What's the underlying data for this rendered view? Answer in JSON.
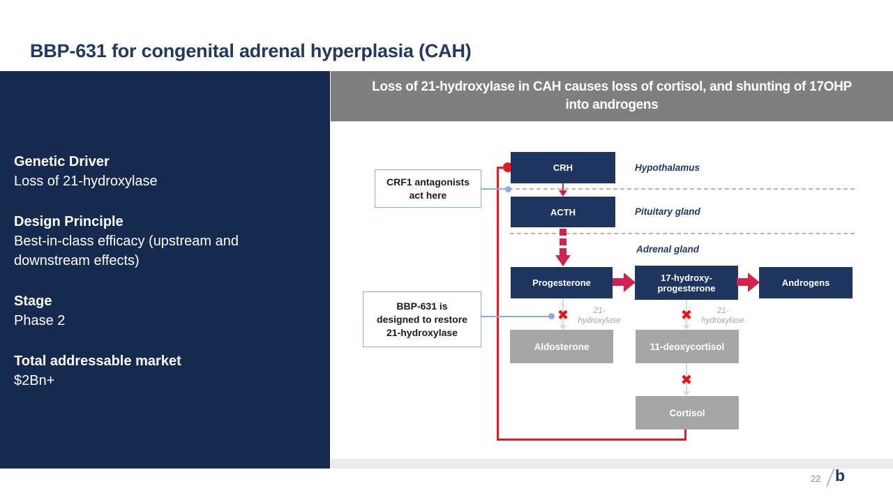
{
  "slide": {
    "title": "BBP-631 for congenital adrenal hyperplasia (CAH)",
    "page_number": "22"
  },
  "sidebar": {
    "items": [
      {
        "label": "Genetic Driver",
        "value": "Loss of 21-hydroxylase"
      },
      {
        "label": "Design Principle",
        "value": "Best-in-class efficacy (upstream and downstream effects)"
      },
      {
        "label": "Stage",
        "value": "Phase 2"
      },
      {
        "label": "Total addressable market",
        "value": "$2Bn+"
      }
    ]
  },
  "banner": {
    "lines": [
      "Loss of 21-hydroxylase in CAH causes loss of cortisol, and shunting of 17OHP",
      "into androgens"
    ]
  },
  "diagram": {
    "boxes": {
      "crh": "CRH",
      "acth": "ACTH",
      "progesterone": "Progesterone",
      "ohp_lines": [
        "17-hydroxy-",
        "progesterone"
      ],
      "androgens": "Androgens",
      "aldosterone": "Aldosterone",
      "deoxycortisol": "11-deoxycortisol",
      "cortisol": "Cortisol"
    },
    "organs": {
      "hypothalamus": "Hypothalamus",
      "pituitary": "Pituitary gland",
      "adrenal": "Adrenal gland"
    },
    "enzyme_lines": [
      "21-",
      "hydroxylase"
    ],
    "callouts": {
      "crf1_lines": [
        "CRF1 antagonists",
        "act here"
      ],
      "bbp_lines": [
        "BBP-631 is",
        "designed to restore",
        "21-hydroxylase"
      ]
    },
    "blocked_icon": "✖"
  },
  "colors": {
    "navy_sidebar": "#16294E",
    "navy_box": "#1E355F",
    "title_navy": "#1F3864",
    "banner_gray": "#7F7F7F",
    "metabolite_gray": "#A6A6A6",
    "crimson_arrow": "#D2234F",
    "feedback_red": "#E8181E",
    "blocked_red": "#EE1111",
    "callout_blue": "#8FAADC",
    "connector_light": "#D9D9D9"
  },
  "logo": {
    "letter": "b"
  }
}
